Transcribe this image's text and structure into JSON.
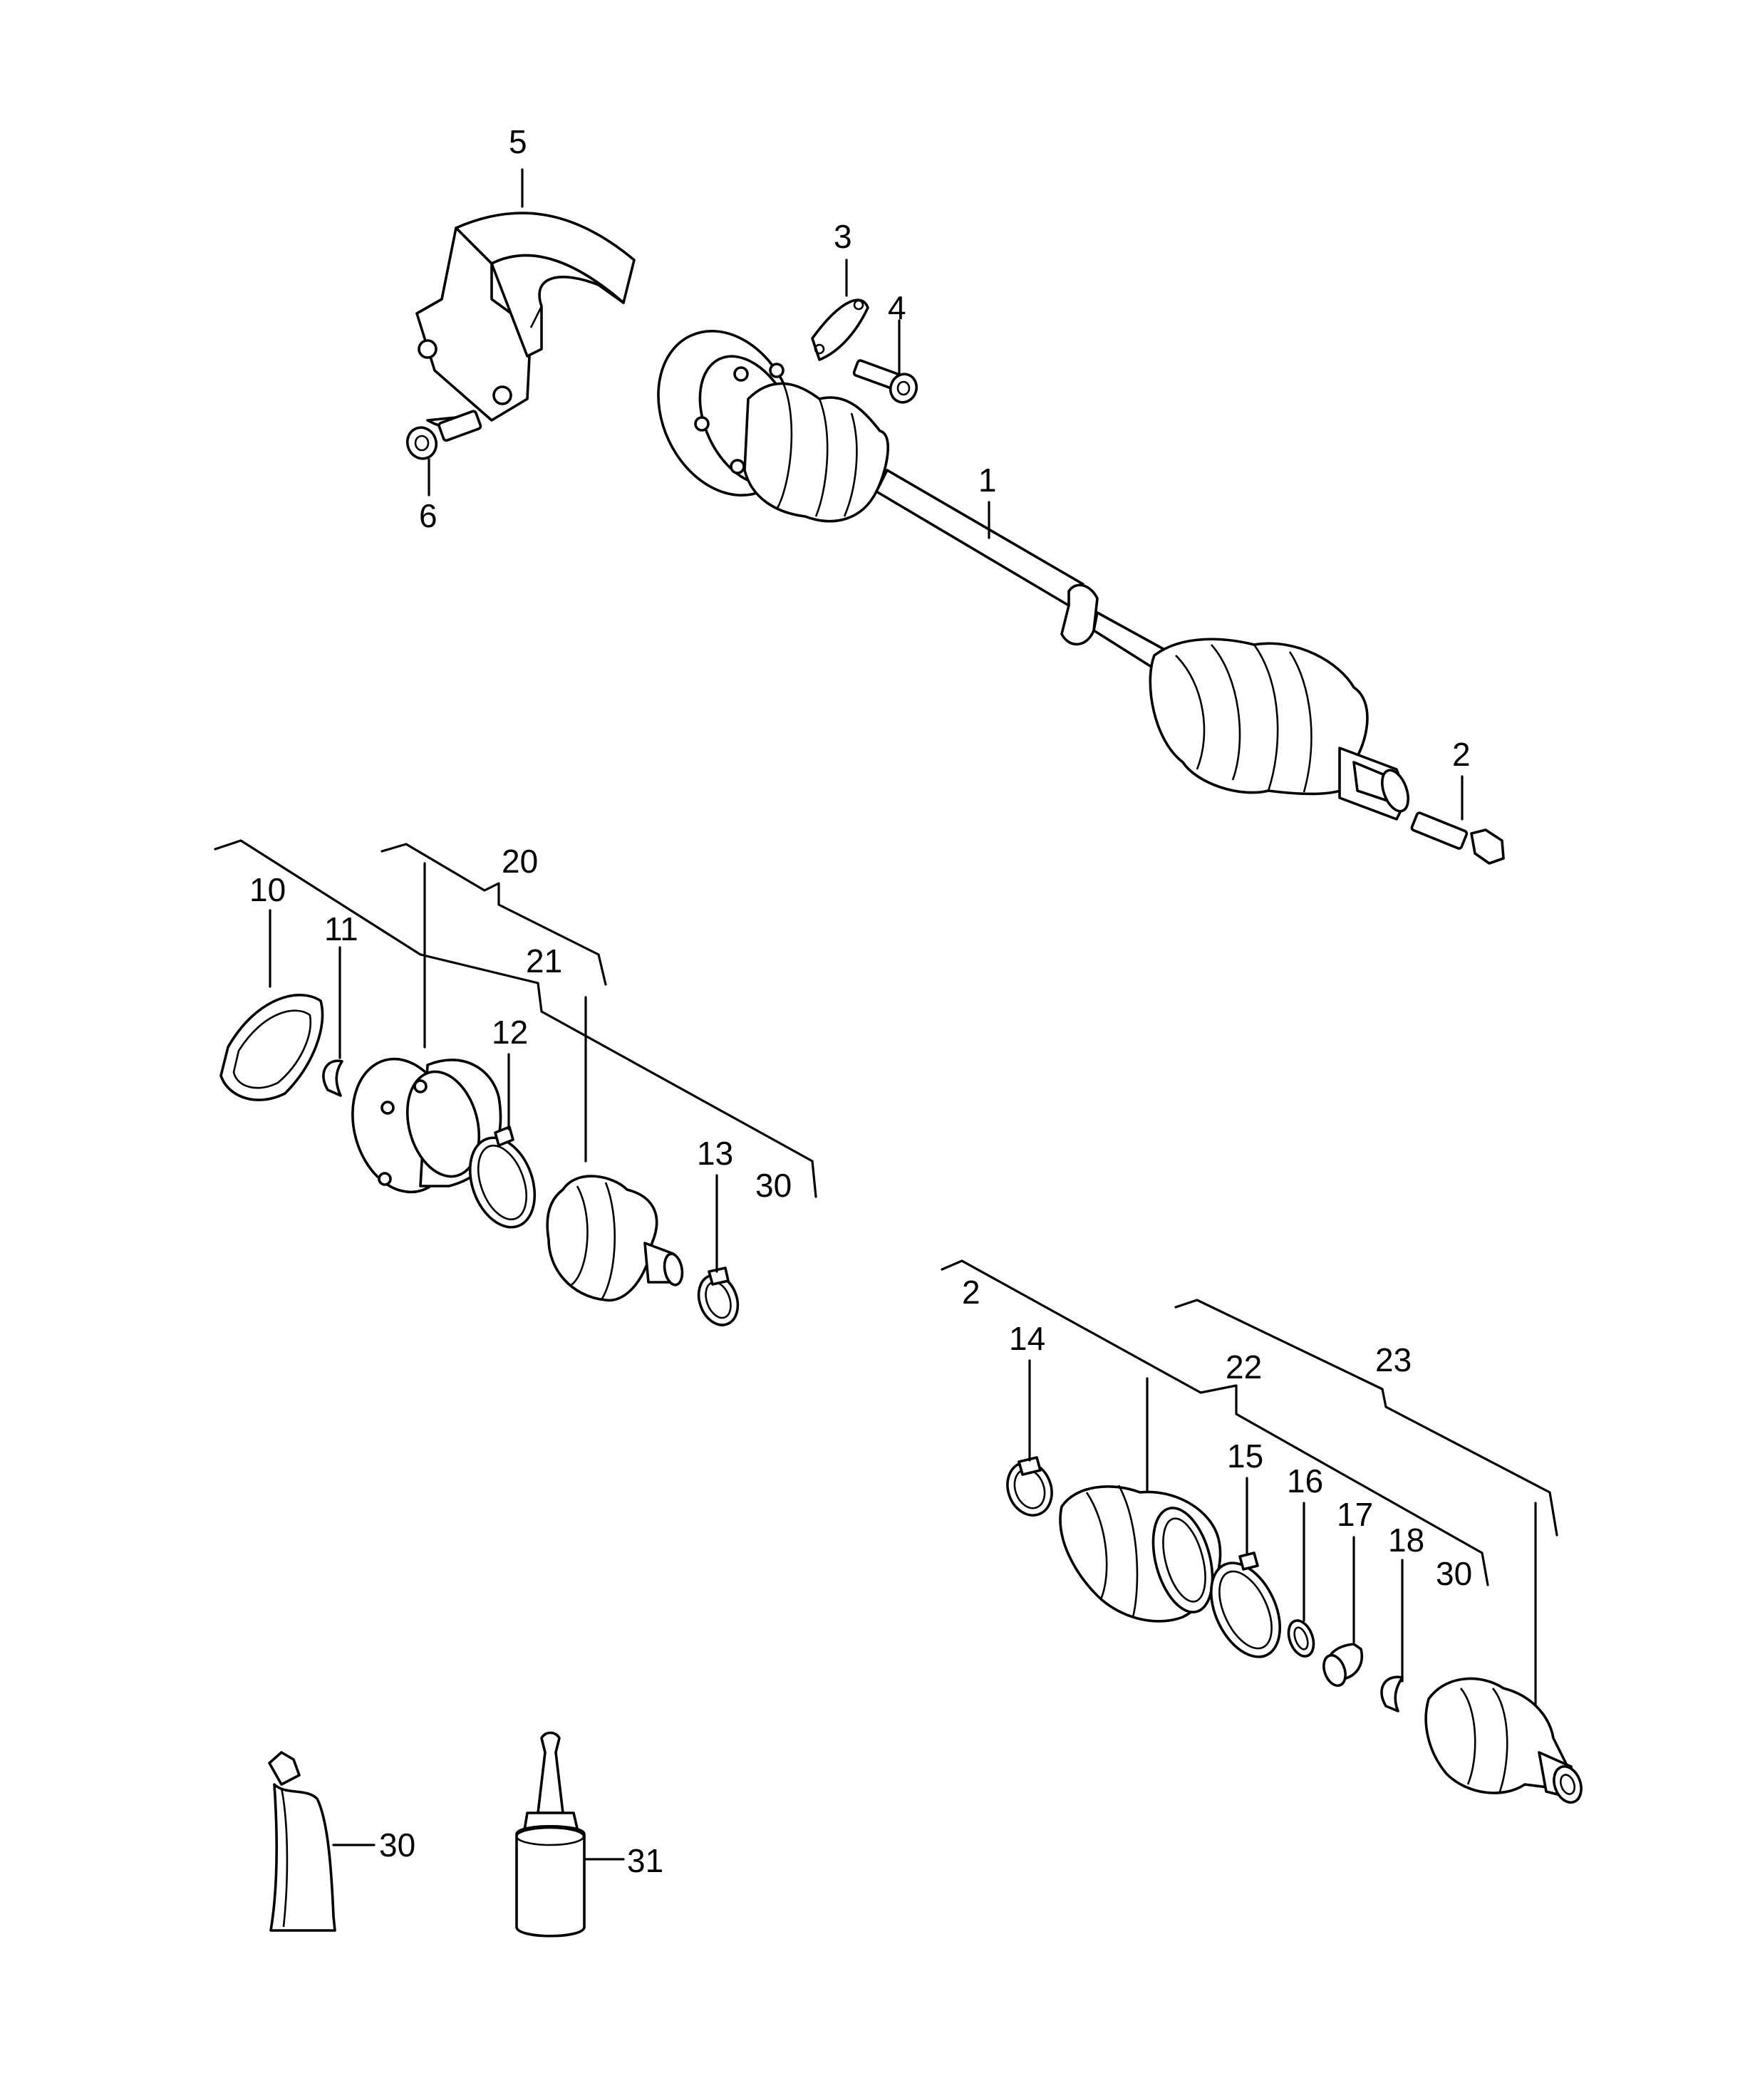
{
  "callouts": {
    "c1": "1",
    "c2a": "2",
    "c2b": "2",
    "c3": "3",
    "c4": "4",
    "c5": "5",
    "c6": "6",
    "c10": "10",
    "c11": "11",
    "c12": "12",
    "c13": "13",
    "c14": "14",
    "c15": "15",
    "c16": "16",
    "c17": "17",
    "c18": "18",
    "c20": "20",
    "c21": "21",
    "c22": "22",
    "c23": "23",
    "c30a": "30",
    "c30b": "30",
    "c30c": "30",
    "c31": "31"
  },
  "colors": {
    "line": "#000000",
    "background": "#ffffff"
  }
}
